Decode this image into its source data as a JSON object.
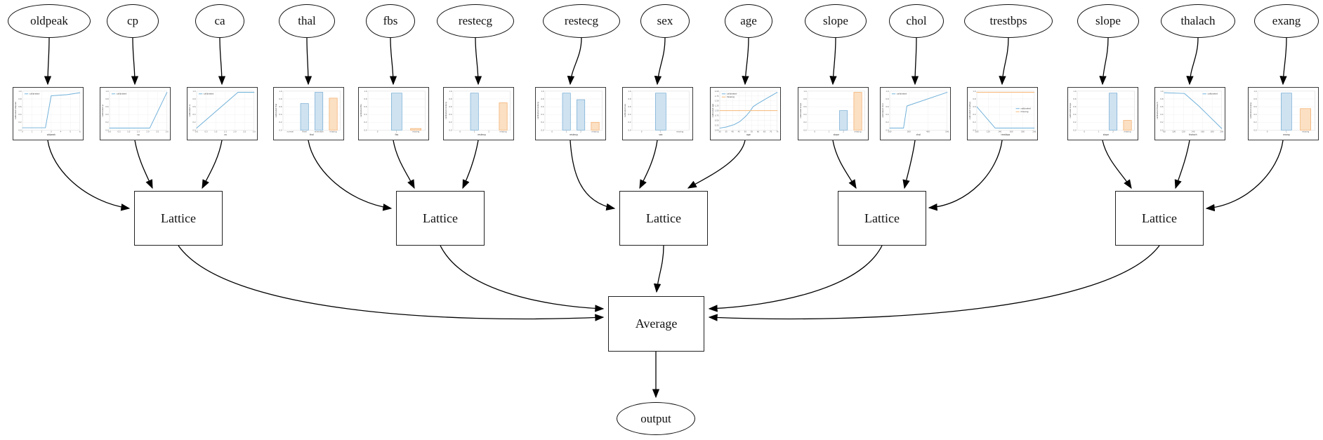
{
  "diagram": {
    "kind": "lattice-ensemble-model-graph",
    "features": [
      "oldpeak",
      "cp",
      "ca",
      "thal",
      "fbs",
      "restecg",
      "restecg",
      "sex",
      "age",
      "slope",
      "chol",
      "trestbps",
      "slope",
      "thalach",
      "exang"
    ],
    "lattice_label": "Lattice",
    "average_label": "Average",
    "output_label": "output",
    "lattice_groups": [
      [
        0,
        1,
        2
      ],
      [
        3,
        4,
        5
      ],
      [
        6,
        7,
        8
      ],
      [
        9,
        10,
        11
      ],
      [
        12,
        13,
        14
      ]
    ]
  },
  "colors": {
    "calibrated": "#6fb0d9",
    "missing": "#f7b978",
    "bar_blue_fill": "#cfe2f0",
    "bar_blue_edge": "#6fa8d2",
    "bar_orange_fill": "#fbe0c3",
    "bar_orange_edge": "#f2a964",
    "grid": "#e9e9e9",
    "spine": "#c8c8c8",
    "tick_text": "#555555",
    "edge": "#000000"
  },
  "chart_data": [
    {
      "type": "line",
      "feature": "oldpeak",
      "x_label": "oldpeak",
      "y_label": "calibrated oldpeak",
      "legend_pos": "tl",
      "legend": [
        {
          "label": "calibrated",
          "color": "calibrated"
        }
      ],
      "x_ticks": [
        "0",
        "1",
        "2",
        "3",
        "4",
        "5",
        "6"
      ],
      "y_ticks": [
        "0.0",
        "0.2",
        "0.4",
        "0.6",
        "0.8",
        "1.0"
      ],
      "series": [
        {
          "name": "calibrated",
          "color": "calibrated",
          "points": [
            [
              0,
              0.06
            ],
            [
              0.4,
              0.06
            ],
            [
              0.5,
              0.88
            ],
            [
              0.78,
              0.91
            ],
            [
              1,
              0.96
            ]
          ]
        }
      ]
    },
    {
      "type": "line",
      "feature": "cp",
      "x_label": "cp",
      "y_label": "calibrated cp",
      "legend_pos": "tl",
      "legend": [
        {
          "label": "calibrated",
          "color": "calibrated"
        }
      ],
      "x_ticks": [
        "0.0",
        "0.5",
        "1.0",
        "1.5",
        "2.0",
        "2.5",
        "3.0"
      ],
      "y_ticks": [
        "0.0",
        "0.2",
        "0.4",
        "0.6",
        "0.8",
        "1.0"
      ],
      "series": [
        {
          "name": "calibrated",
          "color": "calibrated",
          "points": [
            [
              0,
              0.05
            ],
            [
              0.7,
              0.05
            ],
            [
              1,
              0.97
            ]
          ]
        }
      ]
    },
    {
      "type": "line",
      "feature": "ca",
      "x_label": "ca",
      "y_label": "calibrated ca",
      "legend_pos": "tl",
      "legend": [
        {
          "label": "calibrated",
          "color": "calibrated"
        }
      ],
      "x_ticks": [
        "0.0",
        "0.5",
        "1.0",
        "1.5",
        "2.0",
        "2.5",
        "3.0"
      ],
      "y_ticks": [
        "0.0",
        "0.2",
        "0.4",
        "0.6",
        "0.8",
        "1.0"
      ],
      "series": [
        {
          "name": "calibrated",
          "color": "calibrated",
          "points": [
            [
              0,
              0.05
            ],
            [
              0.72,
              0.97
            ],
            [
              1,
              0.97
            ]
          ]
        }
      ]
    },
    {
      "type": "bar",
      "feature": "thal",
      "x_label": "thal",
      "y_label": "calibrated thal",
      "y_ticks": [
        "0.0",
        "0.2",
        "0.4",
        "0.6",
        "0.8",
        "1.0"
      ],
      "categories": [
        "normal",
        "fixed",
        "reversible",
        "missing"
      ],
      "bars": [
        {
          "category": "fixed",
          "value": 0.68,
          "color": "blue"
        },
        {
          "category": "reversible",
          "value": 0.97,
          "color": "blue"
        },
        {
          "category": "missing",
          "value": 0.82,
          "color": "orange"
        }
      ]
    },
    {
      "type": "bar",
      "feature": "fbs",
      "x_label": "fbs",
      "y_label": "calibrated fbs",
      "y_ticks": [
        "0.0",
        "0.2",
        "0.4",
        "0.6",
        "0.8",
        "1.0"
      ],
      "categories": [
        "0",
        "1",
        "missing"
      ],
      "bars": [
        {
          "category": "1",
          "value": 0.95,
          "color": "blue"
        },
        {
          "category": "missing",
          "value": 0.04,
          "color": "orange"
        }
      ]
    },
    {
      "type": "bar",
      "feature": "restecg",
      "x_label": "restecg",
      "y_label": "calibrated restecg",
      "y_ticks": [
        "0.0",
        "0.2",
        "0.4",
        "0.6",
        "0.8",
        "1.0"
      ],
      "categories": [
        "0",
        "1",
        "2",
        "missing"
      ],
      "bars": [
        {
          "category": "1",
          "value": 0.95,
          "color": "blue"
        },
        {
          "category": "missing",
          "value": 0.7,
          "color": "orange"
        }
      ]
    },
    {
      "type": "bar",
      "feature": "restecg",
      "x_label": "restecg",
      "y_label": "calibrated restecg",
      "y_ticks": [
        "0.0",
        "0.2",
        "0.4",
        "0.6",
        "0.8",
        "1.0"
      ],
      "categories": [
        "0",
        "1",
        "2",
        "missing"
      ],
      "bars": [
        {
          "category": "1",
          "value": 0.95,
          "color": "blue"
        },
        {
          "category": "2",
          "value": 0.78,
          "color": "blue"
        },
        {
          "category": "missing",
          "value": 0.2,
          "color": "orange"
        }
      ]
    },
    {
      "type": "bar",
      "feature": "sex",
      "x_label": "sex",
      "y_label": "calibrated sex",
      "y_ticks": [
        "0.0",
        "0.2",
        "0.4",
        "0.6",
        "0.8",
        "1.0"
      ],
      "categories": [
        "0",
        "1",
        "missing"
      ],
      "bars": [
        {
          "category": "1",
          "value": 0.95,
          "color": "blue"
        }
      ]
    },
    {
      "type": "line",
      "feature": "age",
      "x_label": "age",
      "y_label": "calibrated age",
      "legend_pos": "tl",
      "legend": [
        {
          "label": "calibrated",
          "color": "calibrated"
        },
        {
          "label": "missing",
          "color": "missing"
        }
      ],
      "x_ticks": [
        "30",
        "35",
        "40",
        "45",
        "50",
        "55",
        "60",
        "65",
        "70",
        "75"
      ],
      "y_ticks": [
        "0.00",
        "0.25",
        "0.50",
        "0.75",
        "1.00",
        "1.25",
        "1.50",
        "1.75",
        "2.00"
      ],
      "series": [
        {
          "name": "calibrated",
          "color": "calibrated",
          "points": [
            [
              0,
              0.05
            ],
            [
              0.12,
              0.08
            ],
            [
              0.25,
              0.14
            ],
            [
              0.35,
              0.22
            ],
            [
              0.45,
              0.35
            ],
            [
              0.52,
              0.47
            ],
            [
              0.58,
              0.6
            ],
            [
              0.65,
              0.67
            ],
            [
              0.8,
              0.8
            ],
            [
              1,
              0.97
            ]
          ]
        },
        {
          "name": "missing",
          "color": "missing",
          "points": [
            [
              0,
              0.5
            ],
            [
              1,
              0.5
            ]
          ]
        }
      ]
    },
    {
      "type": "bar",
      "feature": "slope",
      "x_label": "slope",
      "y_label": "calibrated slope",
      "y_ticks": [
        "0.0",
        "0.2",
        "0.4",
        "0.6",
        "0.8",
        "1.0"
      ],
      "categories": [
        "0",
        "1",
        "2",
        "missing"
      ],
      "bars": [
        {
          "category": "2",
          "value": 0.5,
          "color": "blue"
        },
        {
          "category": "missing",
          "value": 0.97,
          "color": "orange"
        }
      ]
    },
    {
      "type": "line",
      "feature": "chol",
      "x_label": "chol",
      "y_label": "calibrated chol",
      "legend_pos": "tl",
      "legend": [
        {
          "label": "calibrated",
          "color": "calibrated"
        }
      ],
      "x_ticks": [
        "200",
        "300",
        "400",
        "500"
      ],
      "y_ticks": [
        "0.0",
        "0.2",
        "0.4",
        "0.6",
        "0.8",
        "1.0"
      ],
      "series": [
        {
          "name": "calibrated",
          "color": "calibrated",
          "points": [
            [
              0,
              0.05
            ],
            [
              0.24,
              0.05
            ],
            [
              0.3,
              0.62
            ],
            [
              1,
              0.97
            ]
          ]
        }
      ]
    },
    {
      "type": "line",
      "feature": "trestbps",
      "x_label": "trestbps",
      "y_label": "calibrated trestbps",
      "legend_pos": "r",
      "legend": [
        {
          "label": "calibrated",
          "color": "calibrated"
        },
        {
          "label": "missing",
          "color": "missing"
        }
      ],
      "x_ticks": [
        "100",
        "120",
        "140",
        "160",
        "180",
        "200"
      ],
      "y_ticks": [
        "0.0",
        "0.2",
        "0.4",
        "0.6",
        "0.8",
        "1.0"
      ],
      "series": [
        {
          "name": "calibrated",
          "color": "calibrated",
          "points": [
            [
              0,
              0.6
            ],
            [
              0.32,
              0.05
            ],
            [
              1,
              0.05
            ]
          ]
        },
        {
          "name": "missing",
          "color": "missing",
          "points": [
            [
              0,
              0.97
            ],
            [
              1,
              0.97
            ]
          ]
        }
      ]
    },
    {
      "type": "bar",
      "feature": "slope",
      "x_label": "slope",
      "y_label": "calibrated slope",
      "y_ticks": [
        "0.0",
        "0.2",
        "0.4",
        "0.6",
        "0.8",
        "1.0"
      ],
      "categories": [
        "0",
        "1",
        "2",
        "missing"
      ],
      "bars": [
        {
          "category": "2",
          "value": 0.95,
          "color": "blue"
        },
        {
          "category": "missing",
          "value": 0.25,
          "color": "orange"
        }
      ]
    },
    {
      "type": "line",
      "feature": "thalach",
      "x_label": "thalach",
      "y_label": "calibrated thalach",
      "legend_pos": "tr",
      "legend": [
        {
          "label": "calibrated",
          "color": "calibrated"
        }
      ],
      "x_ticks": [
        "80",
        "100",
        "120",
        "140",
        "160",
        "180",
        "200"
      ],
      "y_ticks": [
        "0.0",
        "0.2",
        "0.4",
        "0.6",
        "0.8",
        "1.0"
      ],
      "series": [
        {
          "name": "calibrated",
          "color": "calibrated",
          "points": [
            [
              0,
              0.96
            ],
            [
              0.35,
              0.94
            ],
            [
              0.6,
              0.62
            ],
            [
              0.8,
              0.33
            ],
            [
              1,
              0.04
            ]
          ]
        }
      ]
    },
    {
      "type": "bar",
      "feature": "exang",
      "x_label": "exang",
      "y_label": "calibrated exang",
      "y_ticks": [
        "0.0",
        "0.2",
        "0.4",
        "0.6",
        "0.8",
        "1.0"
      ],
      "categories": [
        "0",
        "1",
        "missing"
      ],
      "bars": [
        {
          "category": "1",
          "value": 0.95,
          "color": "blue"
        },
        {
          "category": "missing",
          "value": 0.55,
          "color": "orange"
        }
      ]
    }
  ]
}
